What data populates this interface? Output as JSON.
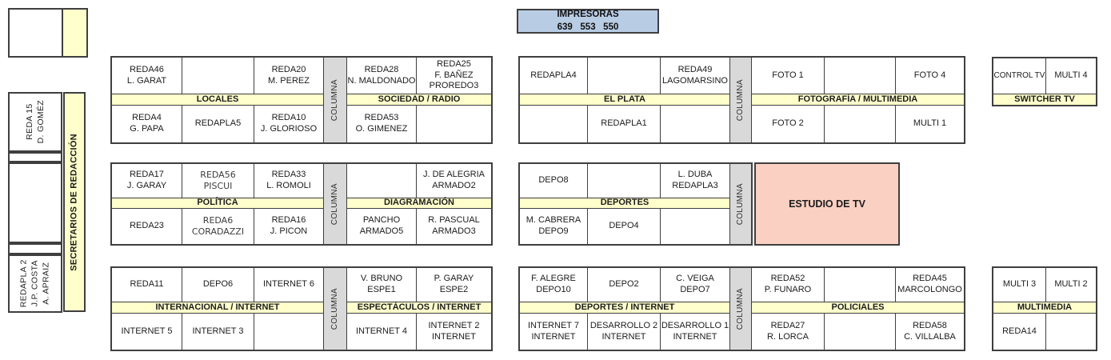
{
  "colors": {
    "band_yellow": "#FFFFCC",
    "columna_gray": "#D9D9D9",
    "printers_blue": "#B8CCE4",
    "estudio_pink": "#F9D0C2",
    "line_dark": "#3F3F3F"
  },
  "printers": {
    "title": "IMPRESORAS",
    "numbers": "639   553   550"
  },
  "left_rail": {
    "desk_top": "REDA 15\nD. GOMÉZ",
    "strip": "SECRETARIOS DE REDACCIÓN",
    "desk_bottom": "REDAPLA 2\nJ.P. COSTA\nA. APRAIZ"
  },
  "columna": "COLUMNA",
  "groups": {
    "locales": {
      "band": "LOCALES",
      "r1c1": "REDA46\nL. GARAT",
      "r1c2": "",
      "r1c3": "REDA20\nM. PEREZ",
      "r2c1": "REDA4\nG. PAPA",
      "r2c2": "REDAPLA5",
      "r2c3": "REDA10\nJ. GLORIOSO"
    },
    "sociedad": {
      "band": "SOCIEDAD / RADIO",
      "r1c1": "REDA28\nN. MALDONADO",
      "r1c2": "REDA25\nF. BAÑEZ\nPROREDO3",
      "r2c1": "REDA53\nO. GIMENEZ",
      "r2c2": ""
    },
    "elplata": {
      "band": "EL PLATA",
      "r1c1": "REDAPLA4",
      "r1c2": "",
      "r1c3": "REDA49\nLAGOMARSINO",
      "r2c1": "",
      "r2c2": "REDAPLA1",
      "r2c3": ""
    },
    "fotografia": {
      "band": "FOTOGRAFÍA / MULTIMEDIA",
      "r1c1": "FOTO 1",
      "r1c2": "",
      "r1c3": "FOTO 4",
      "r2c1": "FOTO 2",
      "r2c2": "",
      "r2c3": "MULTI 1"
    },
    "switcher": {
      "band": "SWITCHER TV",
      "r1c1": "CONTROL TV",
      "r1c2": "MULTI 4"
    },
    "politica": {
      "band": "POLÍTICA",
      "r1c1": "REDA17\nJ. GARAY",
      "r1c2": "REDA56\nPISCUI",
      "r1c3": "REDA33\nL. ROMOLI",
      "r2c1": "REDA23",
      "r2c2": "REDA6\nCORADAZZI",
      "r2c3": "REDA16\nJ. PICON"
    },
    "diagramacion": {
      "band": "DIAGRAMACIÓN",
      "r1c1": "",
      "r1c2": "J. DE ALEGRIA\nARMADO2",
      "r2c1": "PANCHO\nARMADO5",
      "r2c2": "R. PASCUAL\nARMADO3"
    },
    "deportes": {
      "band": "DEPORTES",
      "r1c1": "DEPO8",
      "r1c2": "",
      "r1c3": "L. DUBA\nREDAPLA3",
      "r2c1": "M. CABRERA\nDEPO9",
      "r2c2": "DEPO4",
      "r2c3": ""
    },
    "estudio": {
      "label": "ESTUDIO DE TV"
    },
    "internacional": {
      "band": "INTERNACIONAL / INTERNET",
      "r1c1": "REDA11",
      "r1c2": "DEPO6",
      "r1c3": "INTERNET 6",
      "r2c1": "INTERNET 5",
      "r2c2": "INTERNET 3",
      "r2c3": ""
    },
    "espectaculos": {
      "band": "ESPECTÁCULOS / INTERNET",
      "r1c1": "V. BRUNO\nESPE1",
      "r1c2": "P. GARAY\nESPE2",
      "r2c1": "INTERNET 4",
      "r2c2": "INTERNET 2\nINTERNET"
    },
    "deportes_internet": {
      "band": "DEPORTES / INTERNET",
      "r1c1": "F. ALEGRE\nDEPO10",
      "r1c2": "DEPO2",
      "r1c3": "C. VEIGA\nDEPO7",
      "r2c1": "INTERNET 7\nINTERNET",
      "r2c2": "DESARROLLO 2\nINTERNET",
      "r2c3": "DESARROLLO 1\nINTERNET"
    },
    "policiales": {
      "band": "POLICIALES",
      "r1c1": "REDA52\nP. FUNARO",
      "r1c2": "",
      "r1c3": "REDA45\nMARCOLONGO",
      "r2c1": "REDA27\nR. LORCA",
      "r2c2": "",
      "r2c3": "REDA58\nC. VILLALBA"
    },
    "multimedia": {
      "band": "MULTIMEDIA",
      "r1c1": "MULTI 3",
      "r1c2": "MULTI 2",
      "r2c1": "REDA14",
      "r2c2": ""
    }
  }
}
